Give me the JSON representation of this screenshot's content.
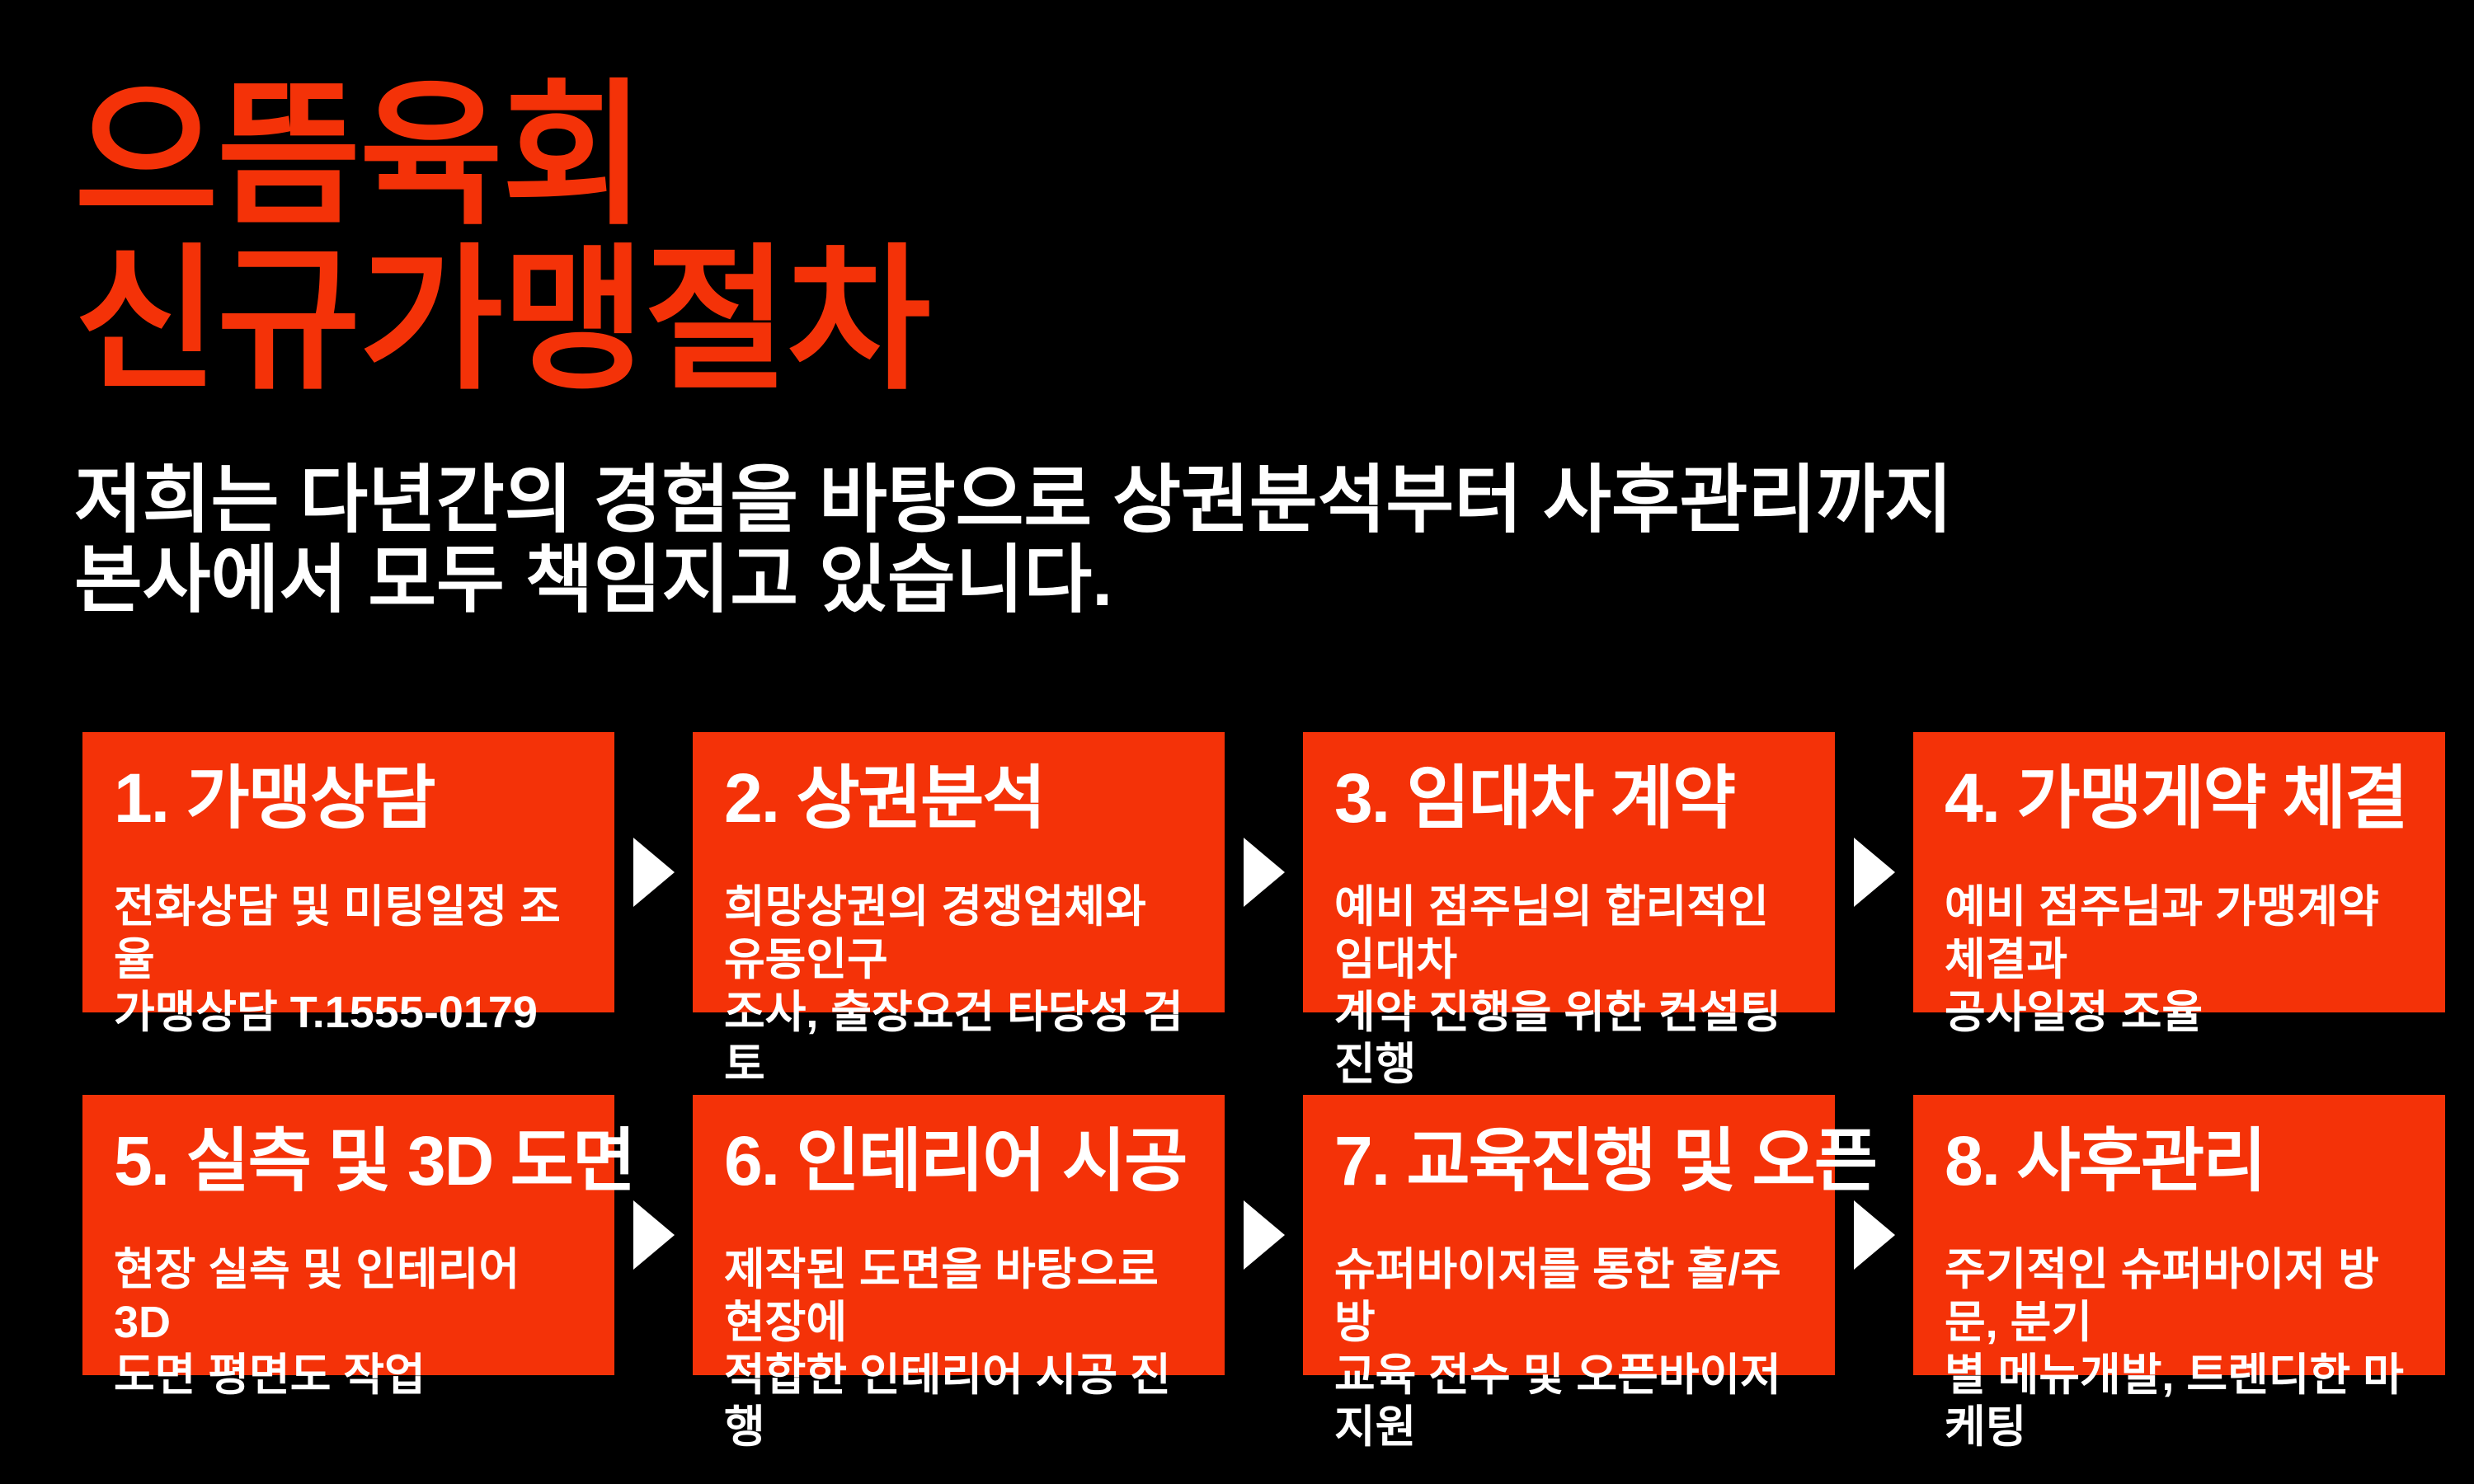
{
  "colors": {
    "background": "#000000",
    "accent": "#F43208",
    "text_on_accent": "#FFFFFF",
    "subtitle_text": "#FFFFFF"
  },
  "header": {
    "title": "으뜸육회\n신규가맹절차",
    "subtitle": "저희는 다년간의 경험을 바탕으로 상권분석부터 사후관리까지\n본사에서 모두 책임지고 있습니다."
  },
  "steps": [
    {
      "step": 1,
      "title": "1. 가맹상담",
      "description": "전화상담 및 미팅일정 조율\n가맹상담 T.1555-0179"
    },
    {
      "step": 2,
      "title": "2. 상권분석",
      "description": "희망상권의 경쟁업체와 유동인구\n조사, 출장요건 타당성 검토"
    },
    {
      "step": 3,
      "title": "3. 임대차 계약",
      "description": "예비 점주님의 합리적인 임대차\n계약 진행을 위한 컨설팅 진행"
    },
    {
      "step": 4,
      "title": "4. 가맹게약 체결",
      "description": "예비 점주님과 가맹계약 체결과\n공사일정 조율"
    },
    {
      "step": 5,
      "title": "5. 실측 및 3D 도면",
      "description": "현장 실측 및 인테리어 3D\n도면 평면도 작업"
    },
    {
      "step": 6,
      "title": "6. 인테리어 시공",
      "description": "제작된 도면을 바탕으로 현장에\n적합한 인테리어 시공 진행"
    },
    {
      "step": 7,
      "title": "7. 교육진행 및 오픈",
      "description": "슈퍼바이저를 통한 홀/주방\n교육 전수 및 오픈바이저 지원"
    },
    {
      "step": 8,
      "title": "8. 사후관리",
      "description": "주기적인 슈퍼바이저 방문, 분기\n별 메뉴개발, 트렌디한 마케팅"
    }
  ]
}
